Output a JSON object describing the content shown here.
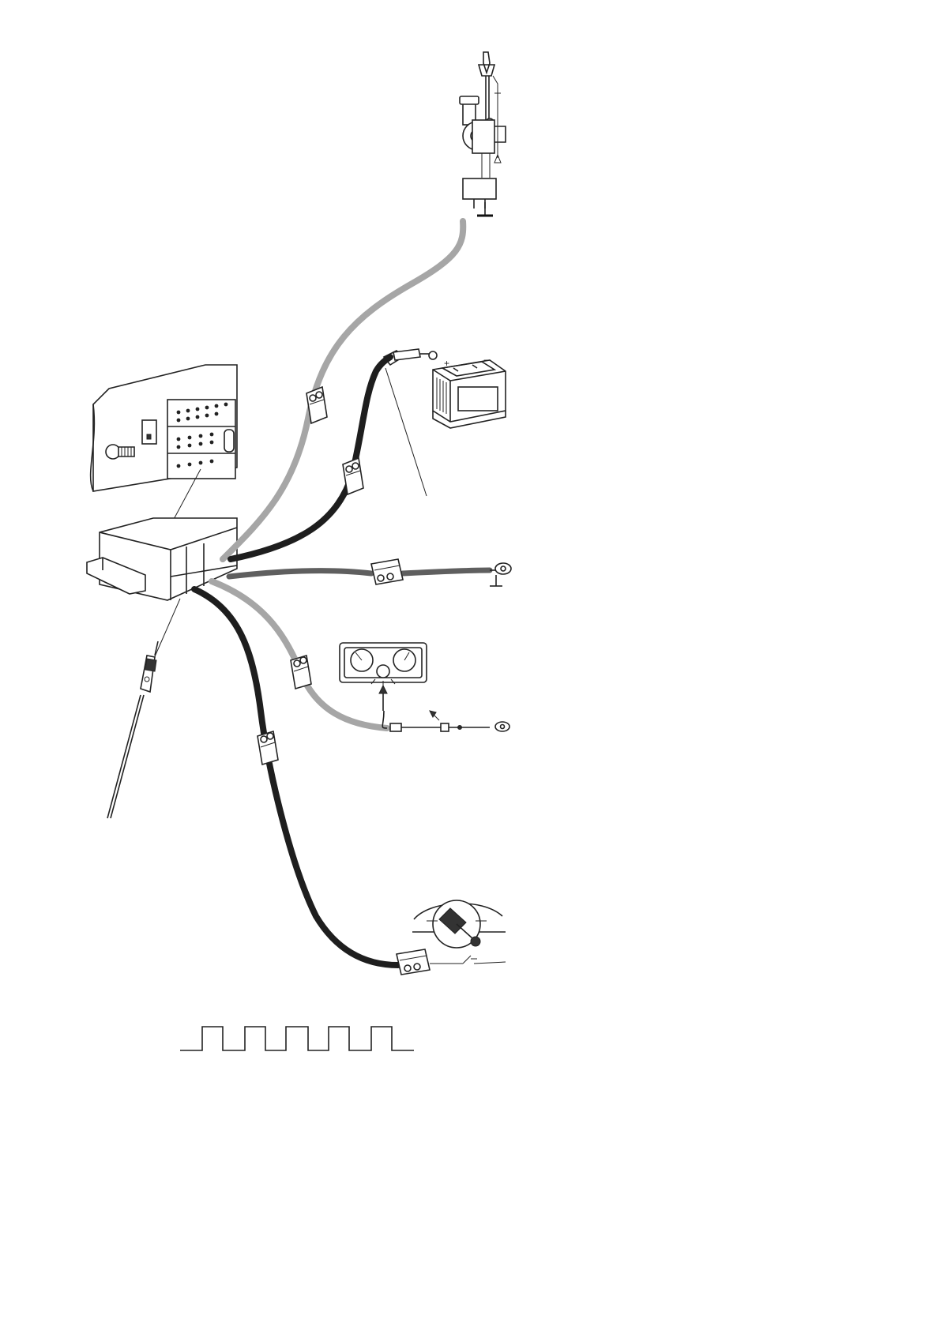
{
  "diagram": {
    "components": [
      {
        "id": "antenna",
        "icon": "power-antenna-icon"
      },
      {
        "id": "battery",
        "icon": "car-battery-icon"
      },
      {
        "id": "ground",
        "icon": "ground-terminal-icon"
      },
      {
        "id": "dash-lights",
        "icon": "instrument-cluster-icon"
      },
      {
        "id": "ignition",
        "icon": "ignition-switch-icon"
      },
      {
        "id": "speed-signal",
        "icon": "square-wave-icon"
      },
      {
        "id": "radio-unit",
        "icon": "radio-unit-icon"
      },
      {
        "id": "iso-connector",
        "icon": "iso-connector-icon"
      },
      {
        "id": "antenna-plug",
        "icon": "antenna-plug-icon"
      }
    ],
    "colors": {
      "line": "#222222",
      "cable_grey": "#a6a6a6",
      "cable_black": "#1e1e1e",
      "cable_darkgrey": "#5f5f5f"
    }
  }
}
